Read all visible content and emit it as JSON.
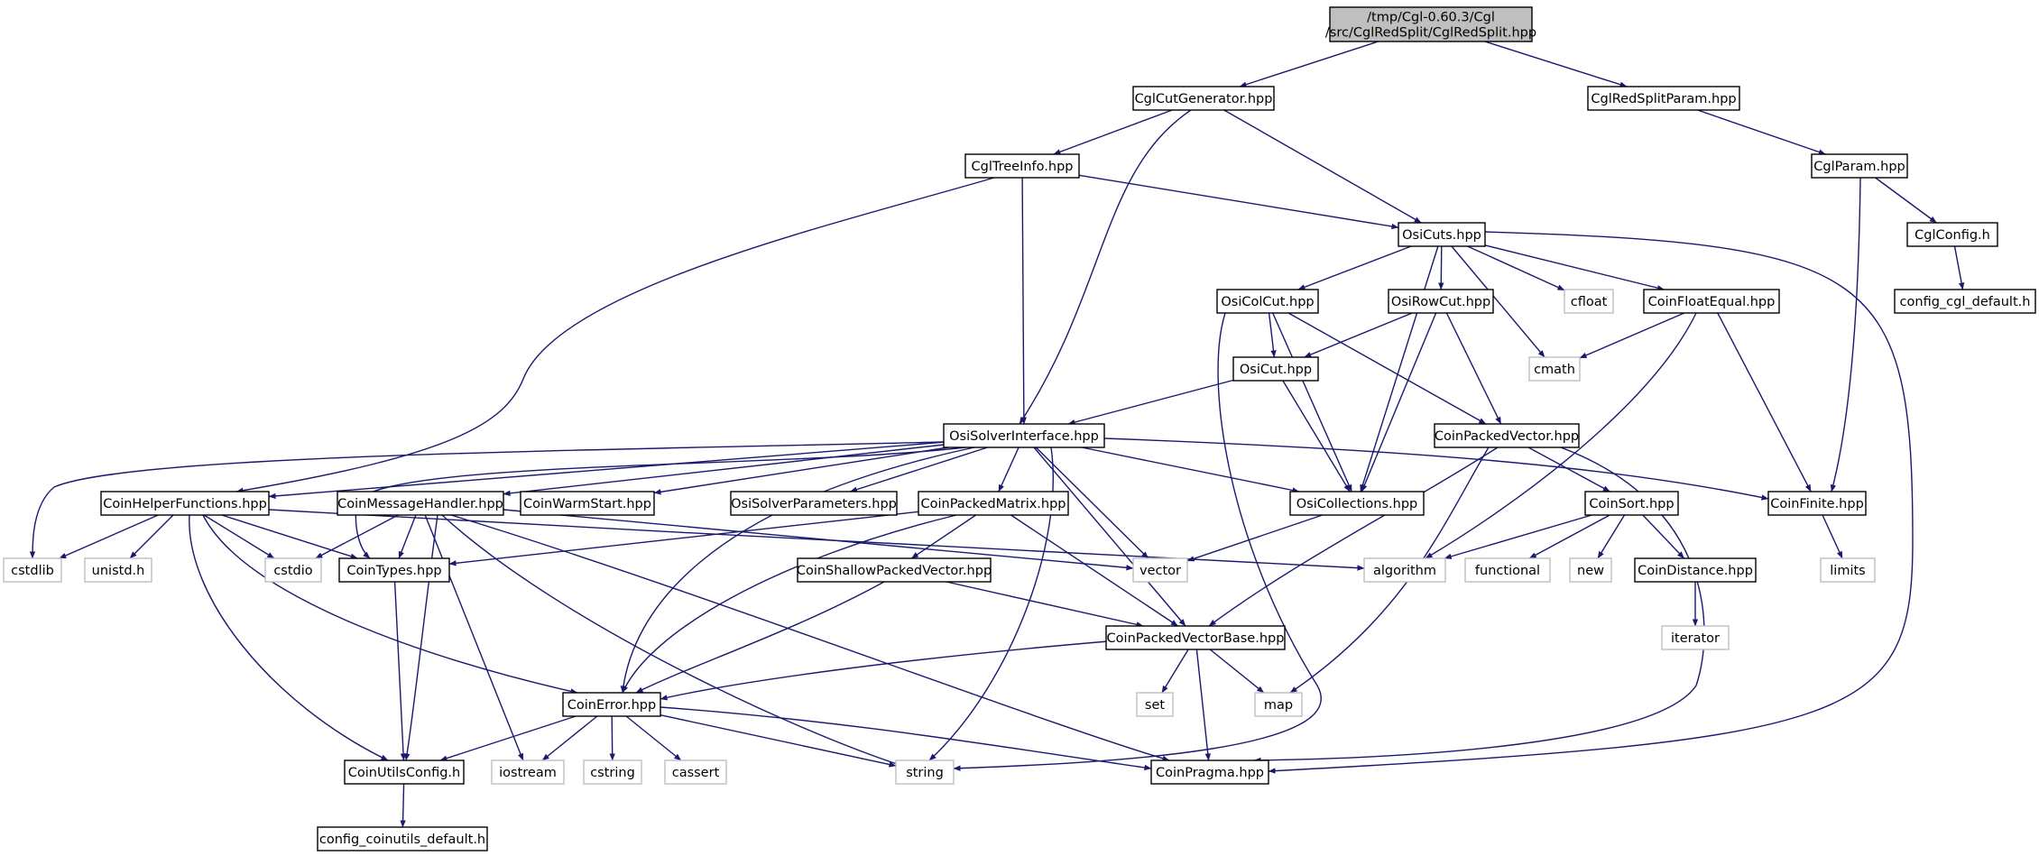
{
  "diagram": {
    "colors": {
      "edge": "#191970",
      "root_fill": "#bfbfbf",
      "system_header_border": "#bfbfbf",
      "documented_border": "#000000"
    },
    "nodes": [
      {
        "id": "root",
        "lines": [
          "/tmp/Cgl-0.60.3/Cgl",
          "/src/CglRedSplit/CglRedSplit.hpp"
        ],
        "kind": "main"
      },
      {
        "id": "CglCutGenerator",
        "lines": [
          "CglCutGenerator.hpp"
        ],
        "kind": "doc"
      },
      {
        "id": "CglRedSplitParam",
        "lines": [
          "CglRedSplitParam.hpp"
        ],
        "kind": "doc"
      },
      {
        "id": "CglTreeInfo",
        "lines": [
          "CglTreeInfo.hpp"
        ],
        "kind": "doc"
      },
      {
        "id": "CglParam",
        "lines": [
          "CglParam.hpp"
        ],
        "kind": "doc"
      },
      {
        "id": "OsiCuts",
        "lines": [
          "OsiCuts.hpp"
        ],
        "kind": "doc"
      },
      {
        "id": "CglConfig",
        "lines": [
          "CglConfig.h"
        ],
        "kind": "doc"
      },
      {
        "id": "config_cgl_default",
        "lines": [
          "config_cgl_default.h"
        ],
        "kind": "doc"
      },
      {
        "id": "OsiColCut",
        "lines": [
          "OsiColCut.hpp"
        ],
        "kind": "doc"
      },
      {
        "id": "OsiRowCut",
        "lines": [
          "OsiRowCut.hpp"
        ],
        "kind": "doc"
      },
      {
        "id": "cfloat",
        "lines": [
          "cfloat"
        ],
        "kind": "sys"
      },
      {
        "id": "CoinFloatEqual",
        "lines": [
          "CoinFloatEqual.hpp"
        ],
        "kind": "doc"
      },
      {
        "id": "OsiCut",
        "lines": [
          "OsiCut.hpp"
        ],
        "kind": "doc"
      },
      {
        "id": "cmath",
        "lines": [
          "cmath"
        ],
        "kind": "sys"
      },
      {
        "id": "OsiSolverInterface",
        "lines": [
          "OsiSolverInterface.hpp"
        ],
        "kind": "doc"
      },
      {
        "id": "CoinPackedVector",
        "lines": [
          "CoinPackedVector.hpp"
        ],
        "kind": "doc"
      },
      {
        "id": "CoinHelperFunctions",
        "lines": [
          "CoinHelperFunctions.hpp"
        ],
        "kind": "doc"
      },
      {
        "id": "CoinMessageHandler",
        "lines": [
          "CoinMessageHandler.hpp"
        ],
        "kind": "doc"
      },
      {
        "id": "CoinWarmStart",
        "lines": [
          "CoinWarmStart.hpp"
        ],
        "kind": "doc"
      },
      {
        "id": "OsiSolverParameters",
        "lines": [
          "OsiSolverParameters.hpp"
        ],
        "kind": "doc"
      },
      {
        "id": "CoinPackedMatrix",
        "lines": [
          "CoinPackedMatrix.hpp"
        ],
        "kind": "doc"
      },
      {
        "id": "OsiCollections",
        "lines": [
          "OsiCollections.hpp"
        ],
        "kind": "doc"
      },
      {
        "id": "CoinSort",
        "lines": [
          "CoinSort.hpp"
        ],
        "kind": "doc"
      },
      {
        "id": "CoinFinite",
        "lines": [
          "CoinFinite.hpp"
        ],
        "kind": "doc"
      },
      {
        "id": "cstdlib",
        "lines": [
          "cstdlib"
        ],
        "kind": "sys"
      },
      {
        "id": "unistd",
        "lines": [
          "unistd.h"
        ],
        "kind": "sys"
      },
      {
        "id": "cstdio",
        "lines": [
          "cstdio"
        ],
        "kind": "sys"
      },
      {
        "id": "CoinTypes",
        "lines": [
          "CoinTypes.hpp"
        ],
        "kind": "doc"
      },
      {
        "id": "vector",
        "lines": [
          "vector"
        ],
        "kind": "sys"
      },
      {
        "id": "algorithm",
        "lines": [
          "algorithm"
        ],
        "kind": "sys"
      },
      {
        "id": "functional",
        "lines": [
          "functional"
        ],
        "kind": "sys"
      },
      {
        "id": "new",
        "lines": [
          "new"
        ],
        "kind": "sys"
      },
      {
        "id": "CoinDistance",
        "lines": [
          "CoinDistance.hpp"
        ],
        "kind": "doc"
      },
      {
        "id": "limits",
        "lines": [
          "limits"
        ],
        "kind": "sys"
      },
      {
        "id": "CoinShallowPackedVector",
        "lines": [
          "CoinShallowPackedVector.hpp"
        ],
        "kind": "doc"
      },
      {
        "id": "iterator",
        "lines": [
          "iterator"
        ],
        "kind": "sys"
      },
      {
        "id": "CoinPackedVectorBase",
        "lines": [
          "CoinPackedVectorBase.hpp"
        ],
        "kind": "doc"
      },
      {
        "id": "set",
        "lines": [
          "set"
        ],
        "kind": "sys"
      },
      {
        "id": "map",
        "lines": [
          "map"
        ],
        "kind": "sys"
      },
      {
        "id": "CoinError",
        "lines": [
          "CoinError.hpp"
        ],
        "kind": "doc"
      },
      {
        "id": "CoinUtilsConfig",
        "lines": [
          "CoinUtilsConfig.h"
        ],
        "kind": "doc"
      },
      {
        "id": "iostream",
        "lines": [
          "iostream"
        ],
        "kind": "sys"
      },
      {
        "id": "cstring",
        "lines": [
          "cstring"
        ],
        "kind": "sys"
      },
      {
        "id": "cassert",
        "lines": [
          "cassert"
        ],
        "kind": "sys"
      },
      {
        "id": "string",
        "lines": [
          "string"
        ],
        "kind": "sys"
      },
      {
        "id": "CoinPragma",
        "lines": [
          "CoinPragma.hpp"
        ],
        "kind": "doc"
      },
      {
        "id": "config_coinutils_default",
        "lines": [
          "config_coinutils_default.h"
        ],
        "kind": "doc"
      }
    ],
    "edges": [
      [
        "root",
        "CglCutGenerator"
      ],
      [
        "root",
        "CglRedSplitParam"
      ],
      [
        "CglCutGenerator",
        "CglTreeInfo"
      ],
      [
        "CglCutGenerator",
        "OsiSolverInterface"
      ],
      [
        "CglCutGenerator",
        "OsiCuts"
      ],
      [
        "CglRedSplitParam",
        "CglParam"
      ],
      [
        "CglTreeInfo",
        "OsiCuts"
      ],
      [
        "CglTreeInfo",
        "OsiSolverInterface"
      ],
      [
        "CglTreeInfo",
        "CoinHelperFunctions"
      ],
      [
        "CglParam",
        "CglConfig"
      ],
      [
        "CglParam",
        "CoinFinite"
      ],
      [
        "CglConfig",
        "config_cgl_default"
      ],
      [
        "OsiCuts",
        "OsiColCut"
      ],
      [
        "OsiCuts",
        "OsiRowCut"
      ],
      [
        "OsiCuts",
        "cfloat"
      ],
      [
        "OsiCuts",
        "CoinFloatEqual"
      ],
      [
        "OsiCuts",
        "cmath"
      ],
      [
        "OsiCuts",
        "OsiCollections"
      ],
      [
        "OsiCuts",
        "CoinPragma"
      ],
      [
        "OsiColCut",
        "OsiCut"
      ],
      [
        "OsiColCut",
        "CoinPackedVector"
      ],
      [
        "OsiColCut",
        "OsiCollections"
      ],
      [
        "OsiColCut",
        "string"
      ],
      [
        "OsiRowCut",
        "OsiCut"
      ],
      [
        "OsiRowCut",
        "CoinPackedVector"
      ],
      [
        "OsiRowCut",
        "OsiCollections"
      ],
      [
        "CoinFloatEqual",
        "cmath"
      ],
      [
        "CoinFloatEqual",
        "algorithm"
      ],
      [
        "CoinFloatEqual",
        "CoinFinite"
      ],
      [
        "OsiCut",
        "OsiSolverInterface"
      ],
      [
        "OsiCut",
        "OsiCollections"
      ],
      [
        "OsiSolverInterface",
        "CoinHelperFunctions"
      ],
      [
        "OsiSolverInterface",
        "CoinMessageHandler"
      ],
      [
        "OsiSolverInterface",
        "CoinWarmStart"
      ],
      [
        "OsiSolverInterface",
        "OsiSolverParameters"
      ],
      [
        "OsiSolverInterface",
        "CoinPackedMatrix"
      ],
      [
        "OsiSolverInterface",
        "OsiCollections"
      ],
      [
        "OsiSolverInterface",
        "CoinFinite"
      ],
      [
        "OsiSolverInterface",
        "cstdlib"
      ],
      [
        "OsiSolverInterface",
        "CoinTypes"
      ],
      [
        "OsiSolverInterface",
        "vector"
      ],
      [
        "OsiSolverInterface",
        "CoinPackedVectorBase"
      ],
      [
        "OsiSolverInterface",
        "CoinError"
      ],
      [
        "OsiSolverInterface",
        "string"
      ],
      [
        "CoinPackedVector",
        "CoinSort"
      ],
      [
        "CoinPackedVector",
        "CoinPackedVectorBase"
      ],
      [
        "CoinPackedVector",
        "map"
      ],
      [
        "CoinPackedVector",
        "CoinPragma"
      ],
      [
        "CoinHelperFunctions",
        "cstdlib"
      ],
      [
        "CoinHelperFunctions",
        "unistd"
      ],
      [
        "CoinHelperFunctions",
        "cstdio"
      ],
      [
        "CoinHelperFunctions",
        "CoinTypes"
      ],
      [
        "CoinHelperFunctions",
        "algorithm"
      ],
      [
        "CoinHelperFunctions",
        "CoinError"
      ],
      [
        "CoinHelperFunctions",
        "CoinUtilsConfig"
      ],
      [
        "CoinMessageHandler",
        "cstdio"
      ],
      [
        "CoinMessageHandler",
        "CoinTypes"
      ],
      [
        "CoinMessageHandler",
        "vector"
      ],
      [
        "CoinMessageHandler",
        "CoinUtilsConfig"
      ],
      [
        "CoinMessageHandler",
        "iostream"
      ],
      [
        "CoinMessageHandler",
        "string"
      ],
      [
        "CoinMessageHandler",
        "CoinPragma"
      ],
      [
        "CoinPackedMatrix",
        "CoinTypes"
      ],
      [
        "CoinPackedMatrix",
        "CoinShallowPackedVector"
      ],
      [
        "CoinPackedMatrix",
        "CoinPackedVectorBase"
      ],
      [
        "CoinPackedMatrix",
        "CoinError"
      ],
      [
        "OsiCollections",
        "vector"
      ],
      [
        "CoinSort",
        "algorithm"
      ],
      [
        "CoinSort",
        "functional"
      ],
      [
        "CoinSort",
        "new"
      ],
      [
        "CoinSort",
        "CoinDistance"
      ],
      [
        "CoinFinite",
        "limits"
      ],
      [
        "CoinTypes",
        "CoinUtilsConfig"
      ],
      [
        "CoinDistance",
        "iterator"
      ],
      [
        "CoinShallowPackedVector",
        "CoinPackedVectorBase"
      ],
      [
        "CoinShallowPackedVector",
        "CoinError"
      ],
      [
        "CoinPackedVectorBase",
        "set"
      ],
      [
        "CoinPackedVectorBase",
        "map"
      ],
      [
        "CoinPackedVectorBase",
        "CoinPragma"
      ],
      [
        "CoinPackedVectorBase",
        "CoinError"
      ],
      [
        "CoinError",
        "CoinUtilsConfig"
      ],
      [
        "CoinError",
        "iostream"
      ],
      [
        "CoinError",
        "cstring"
      ],
      [
        "CoinError",
        "cassert"
      ],
      [
        "CoinError",
        "string"
      ],
      [
        "CoinError",
        "CoinPragma"
      ],
      [
        "CoinUtilsConfig",
        "config_coinutils_default"
      ]
    ]
  }
}
